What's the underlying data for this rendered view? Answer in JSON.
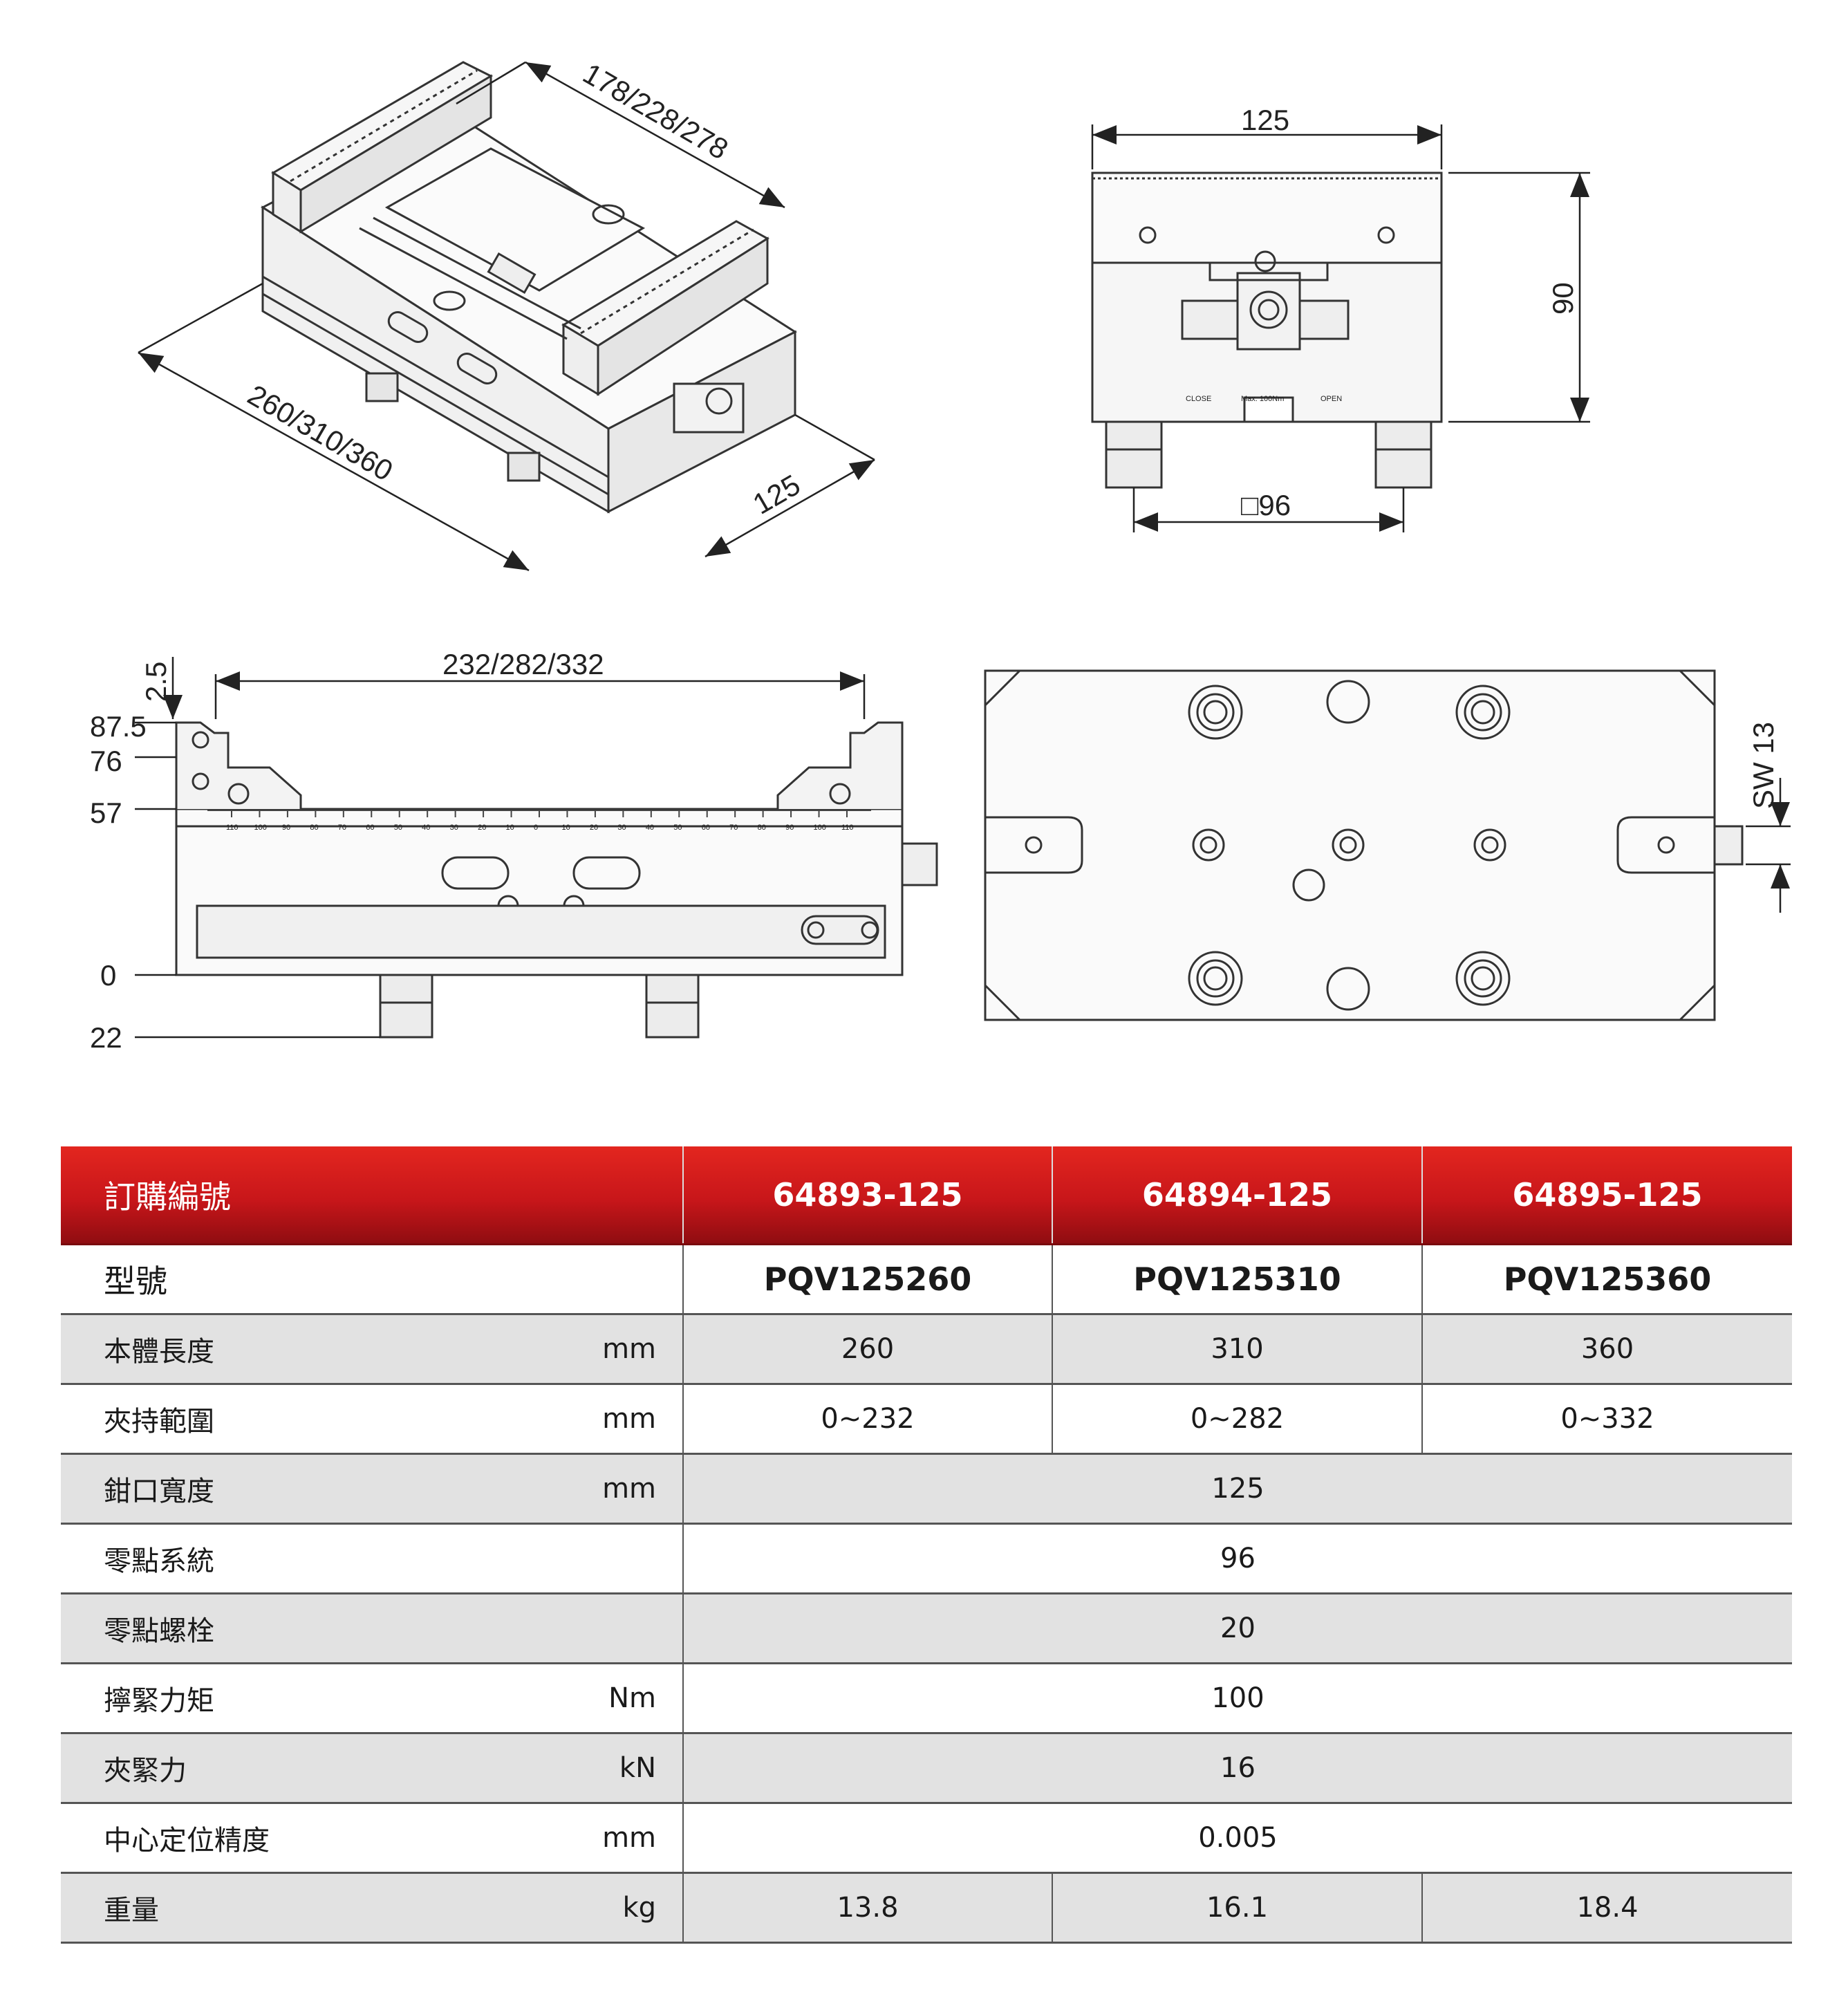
{
  "drawings": {
    "iso_length_dim": "260/310/360",
    "iso_opening_dim": "178/228/278",
    "iso_width_dim": "125",
    "front_width_dim": "125",
    "front_height_dim": "90",
    "front_zero_point_dim": "□96",
    "front_close_label": "CLOSE",
    "front_torque_label": "Max. 100Nm",
    "front_open_label": "OPEN",
    "side_clamp_range_dim": "232/282/332",
    "side_levels": [
      "2.5",
      "87.5",
      "76",
      "57",
      "0",
      "22"
    ],
    "side_scale_ticks": [
      "110",
      "100",
      "90",
      "80",
      "70",
      "60",
      "50",
      "40",
      "30",
      "20",
      "10",
      "0",
      "10",
      "20",
      "30",
      "40",
      "50",
      "60",
      "70",
      "80",
      "90",
      "100",
      "110"
    ],
    "top_wrench_dim": "SW 13"
  },
  "table": {
    "header": {
      "label": "訂購編號",
      "values": [
        "64893-125",
        "64894-125",
        "64895-125"
      ]
    },
    "model": {
      "label": "型號",
      "values": [
        "PQV125260",
        "PQV125310",
        "PQV125360"
      ]
    },
    "rows": [
      {
        "label": "本體長度",
        "unit": "mm",
        "values": [
          "260",
          "310",
          "360"
        ]
      },
      {
        "label": "夾持範圍",
        "unit": "mm",
        "values": [
          "0~232",
          "0~282",
          "0~332"
        ]
      },
      {
        "label": "鉗口寬度",
        "unit": "mm",
        "value": "125"
      },
      {
        "label": "零點系統",
        "unit": "",
        "value": "96"
      },
      {
        "label": "零點螺栓",
        "unit": "",
        "value": "20"
      },
      {
        "label": "擰緊力矩",
        "unit": "Nm",
        "value": "100"
      },
      {
        "label": "夾緊力",
        "unit": "kN",
        "value": "16"
      },
      {
        "label": "中心定位精度",
        "unit": "mm",
        "value": "0.005"
      },
      {
        "label": "重量",
        "unit": "kg",
        "values": [
          "13.8",
          "16.1",
          "18.4"
        ]
      }
    ]
  },
  "colors": {
    "header_red": "#c8161a",
    "row_gray": "#e2e2e2",
    "line": "#333333"
  }
}
